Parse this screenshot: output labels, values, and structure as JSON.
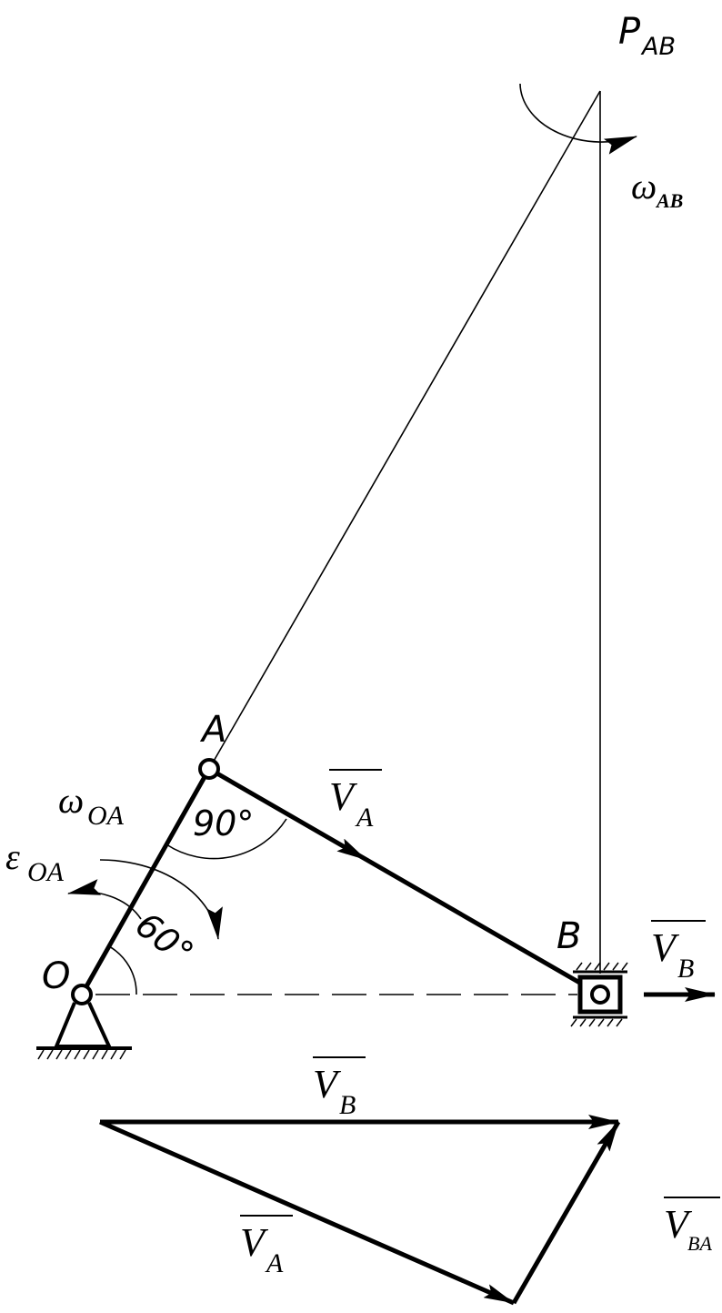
{
  "labels": {
    "p_ab": "P",
    "p_ab_sub": "AB",
    "omega_ab": "ω",
    "omega_ab_sub": "AB",
    "point_a": "A",
    "point_b": "B",
    "point_o": "O",
    "v_a": "V",
    "v_a_sub": "A",
    "v_b": "V",
    "v_b_sub": "B",
    "omega_oa": "ω",
    "omega_oa_sub": "OA",
    "eps_oa": "ε",
    "eps_oa_sub": "OA",
    "angle_90": "90°",
    "angle_60": "60°",
    "tri_v_b": "V",
    "tri_v_b_sub": "B",
    "tri_v_a": "V",
    "tri_v_a_sub": "A",
    "tri_v_ba": "V",
    "tri_v_ba_sub": "BA"
  }
}
